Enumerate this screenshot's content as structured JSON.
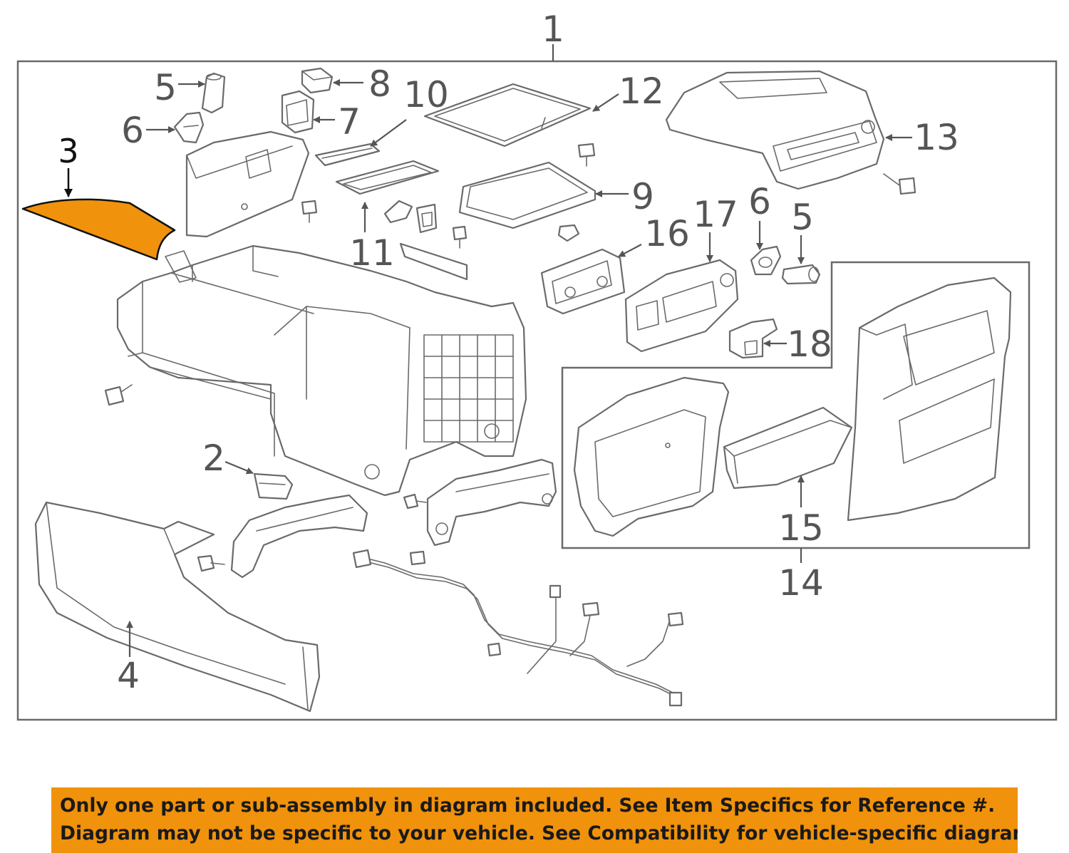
{
  "diagram": {
    "highlight_color": "#f0920c",
    "callouts": [
      "1",
      "2",
      "3",
      "4",
      "5",
      "6",
      "8",
      "7",
      "10",
      "11",
      "12",
      "9",
      "13",
      "17",
      "16",
      "6",
      "5",
      "18",
      "14",
      "15"
    ]
  },
  "banner": {
    "line1": "Only one part or sub-assembly in diagram included. See Item Specifics for Reference #.",
    "line2": "Diagram may not be specific to your vehicle. See Compatibility for vehicle-specific diagrams."
  }
}
